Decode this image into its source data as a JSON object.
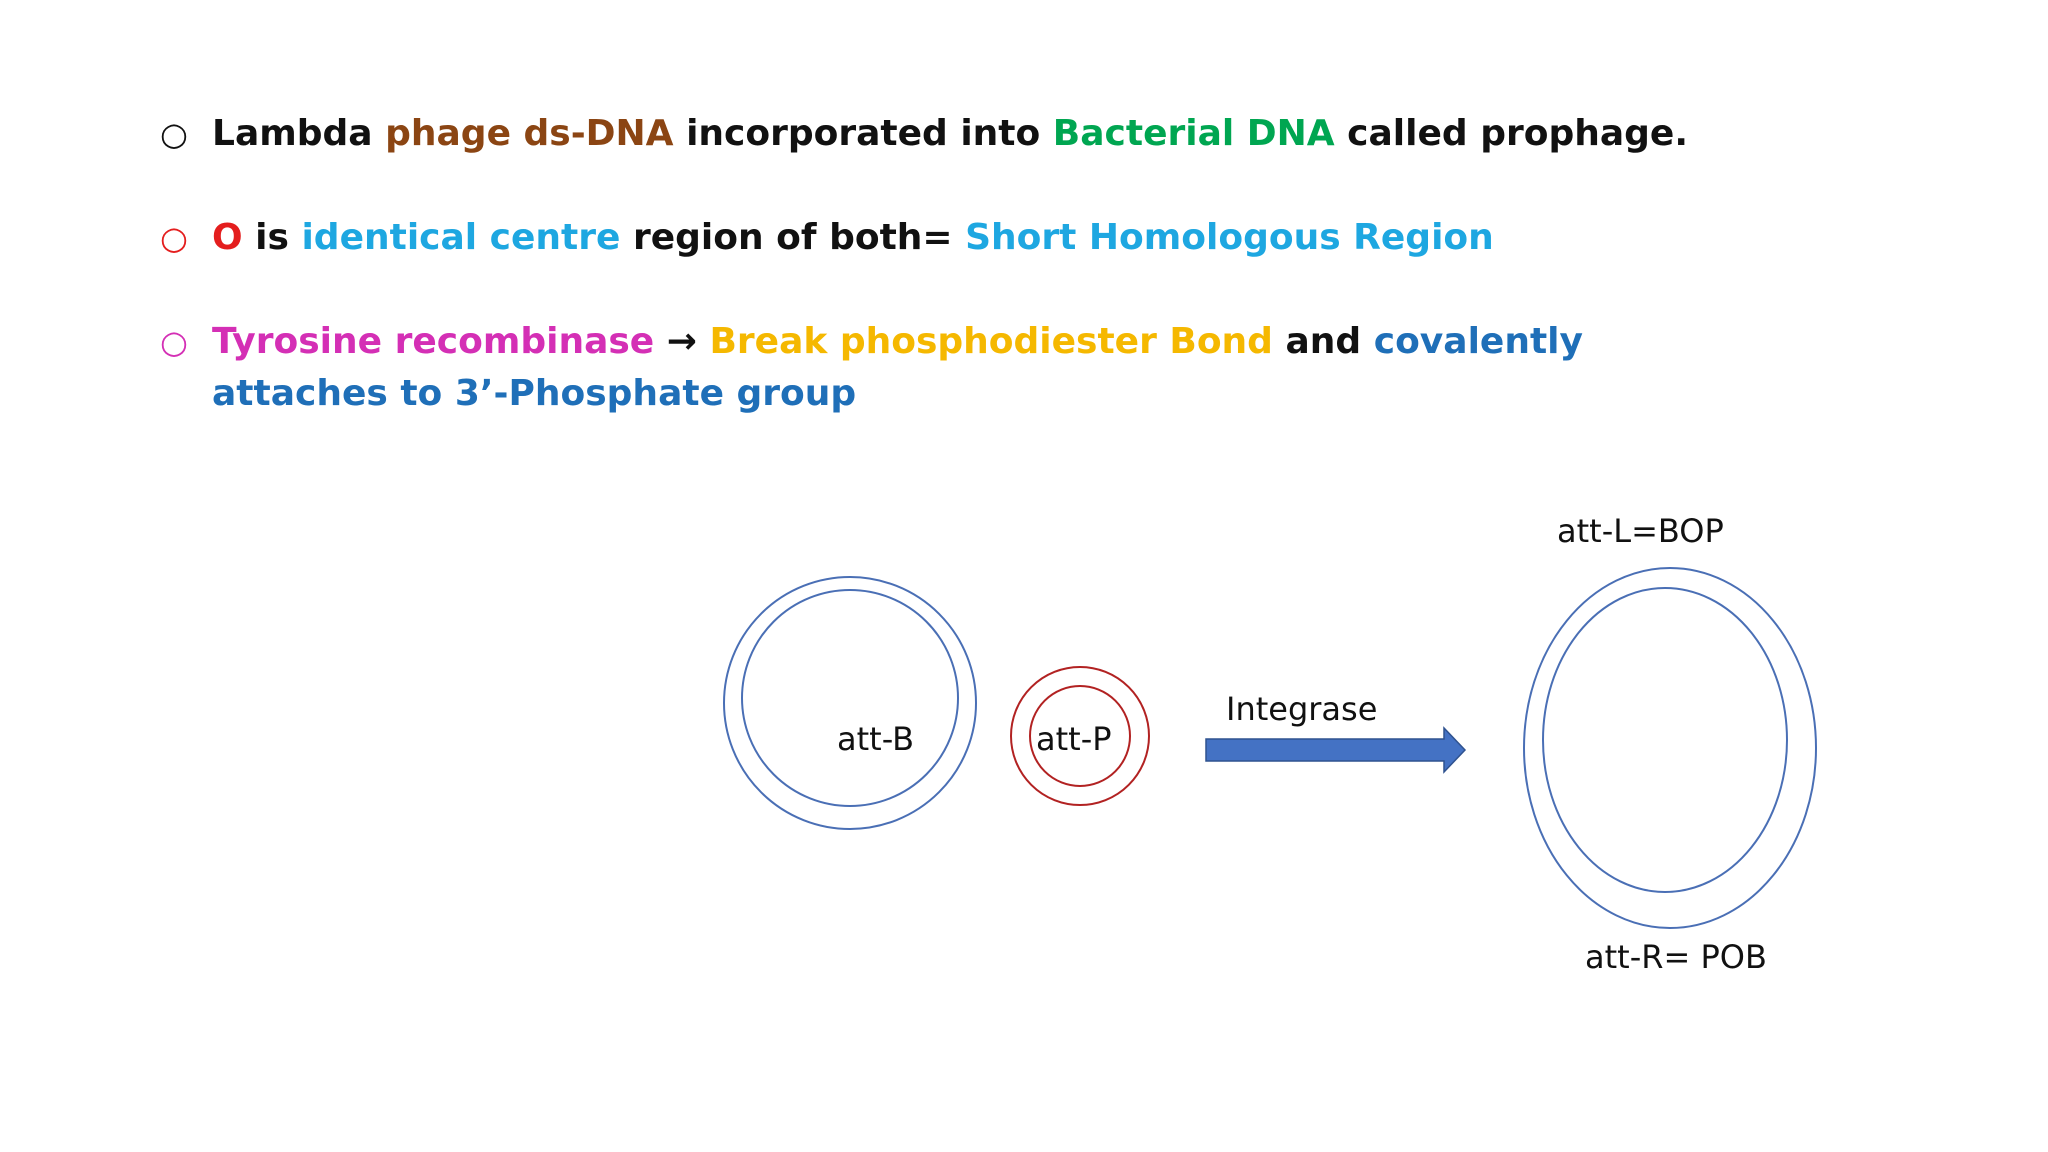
{
  "bullets": [
    {
      "marker": "○",
      "marker_color": "#111111",
      "segments": [
        {
          "text": "Lambda ",
          "color": "#111111"
        },
        {
          "text": "phage ds-DNA",
          "color": "#8B4513"
        },
        {
          "text": " incorporated into ",
          "color": "#111111"
        },
        {
          "text": "Bacterial DNA",
          "color": "#00A651"
        },
        {
          "text": " called prophage.",
          "color": "#111111"
        }
      ]
    },
    {
      "marker": "○",
      "marker_color": "#E41E1E",
      "segments": [
        {
          "text": "O",
          "color": "#E41E1E"
        },
        {
          "text": " is ",
          "color": "#111111"
        },
        {
          "text": "identical centre",
          "color": "#1EA7E1"
        },
        {
          "text": " region of both= ",
          "color": "#111111"
        },
        {
          "text": "Short Homologous Region",
          "color": "#1EA7E1"
        }
      ]
    },
    {
      "marker": "○",
      "marker_color": "#D42FB5",
      "segments": [
        {
          "text": "Tyrosine recombinase",
          "color": "#D42FB5"
        },
        {
          "text": " → ",
          "color": "#111111"
        },
        {
          "text": "Break phosphodiester Bond",
          "color": "#F5B800"
        },
        {
          "text": " and ",
          "color": "#111111"
        },
        {
          "text": "covalently attaches to 3’-Phosphate group",
          "color": "#1F6FB8"
        }
      ]
    }
  ],
  "diagram": {
    "bacterial_label": "att-B",
    "phage_label": "att-P",
    "arrow_label": "Integrase",
    "product_top_label": "att-L=BOP",
    "product_bottom_label": "att-R= POB",
    "colors": {
      "bacterial_ring": "#4A6FB5",
      "phage_ring": "#B22222",
      "arrow": "#4472C4",
      "product_ring": "#4A6FB5"
    }
  }
}
